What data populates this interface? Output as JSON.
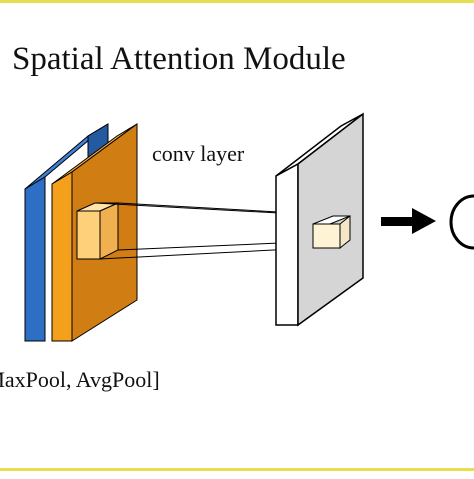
{
  "title": "Spatial Attention Module",
  "conv_label": "conv layer",
  "input_label": "[MaxPool, AvgPool]",
  "colors": {
    "frame": "#e8df50",
    "blue_front": "#2d6fc4",
    "blue_side": "#245aa2",
    "blue_top": "#3f80d6",
    "orange_front": "#d07d13",
    "orange_side": "#f5a01d",
    "orange_top": "#f7ad3c",
    "kernel_front": "#ffd07a",
    "kernel_top": "#ffe3a8",
    "kernel_side": "#f0b050",
    "map_front": "#d5d5d5",
    "map_side": "#ffffff",
    "cell_front": "#fff3d6",
    "arrow": "#000000",
    "outline": "#000000"
  },
  "icons": [
    "arrow-right-icon",
    "sigmoid-circle-icon"
  ]
}
